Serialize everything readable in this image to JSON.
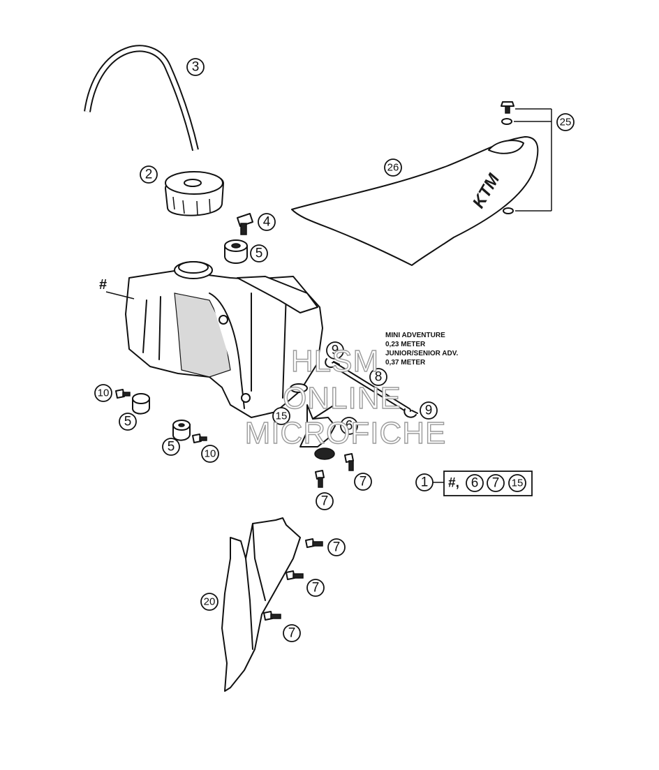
{
  "callouts": {
    "c3": "3",
    "c2": "2",
    "c4": "4",
    "c5_cap": "5",
    "c25": "25",
    "c26": "26",
    "c9_top": "9",
    "c8": "8",
    "c9_right": "9",
    "c15": "15",
    "c6": "6",
    "c10_left": "10",
    "c5_left": "5",
    "c5_mid": "5",
    "c10_mid": "10",
    "c7_a": "7",
    "c7_b": "7",
    "c7_c": "7",
    "c7_d": "7",
    "c7_e": "7",
    "c20": "20",
    "c1": "1"
  },
  "tank_marker": "#",
  "hose_note": [
    "MINI ADVENTURE",
    "0,23 METER",
    "JUNIOR/SENIOR ADV.",
    "0,37 METER"
  ],
  "kit": {
    "hash": "#,",
    "items": [
      "6",
      "7",
      "15"
    ]
  },
  "seat_logo": "KTM",
  "watermark": [
    "HLSM",
    "ONLINE",
    "MICROFICHE"
  ],
  "colors": {
    "ink": "#111111",
    "watermark_outline": "#9a9a9a",
    "background": "#ffffff"
  }
}
